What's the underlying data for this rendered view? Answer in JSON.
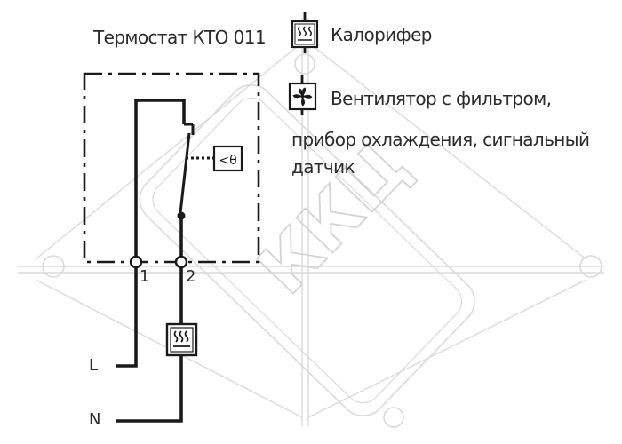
{
  "title": "Термостат КТО 011",
  "legend": {
    "heater": {
      "icon": "heater-icon",
      "label": "Калорифер"
    },
    "fan": {
      "icon": "fan-icon",
      "line1": "Вентилятор с фильтром,",
      "line2": "прибор охлаждения, сигнальный",
      "line3": "датчик"
    }
  },
  "thermostat": {
    "symbol": "<θ",
    "terminals": [
      "1",
      "2"
    ]
  },
  "lines": {
    "live": "L",
    "neutral": "N"
  },
  "watermark": "ККЦ",
  "colors": {
    "wire": "#1a1a1a",
    "text": "#2b2b2b",
    "watermark": "#d9d9d9"
  }
}
